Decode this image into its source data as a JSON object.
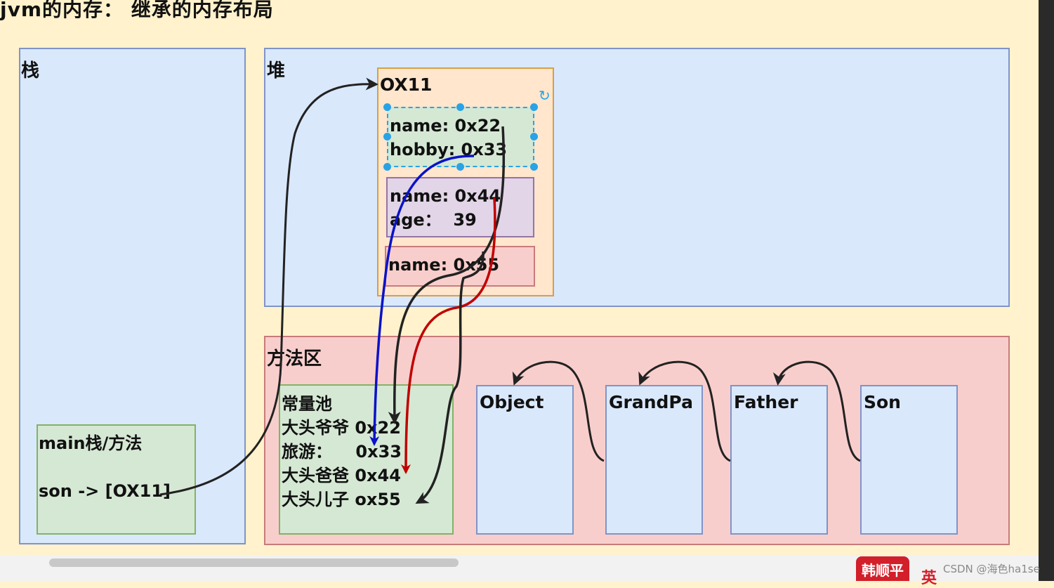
{
  "title": "jvm的内存：  继承的内存布局",
  "stack": {
    "label": "栈"
  },
  "main_frame": {
    "label": "main栈/方法",
    "var_line": "son -> [OX11]"
  },
  "heap": {
    "label": "堆",
    "object_label": "OX11"
  },
  "heap_fields": {
    "grandpa": [
      "name: 0x22",
      "hobby: 0x33"
    ],
    "father": [
      "name: 0x44",
      "age：  39"
    ],
    "son": [
      "name: 0x55"
    ]
  },
  "method_area": {
    "label": "方法区"
  },
  "constant_pool": {
    "title": "常量池",
    "entries": [
      "大头爷爷 0x22",
      "旅游：    0x33",
      "大头爸爸 0x44",
      "大头儿子 ox55"
    ]
  },
  "classes": [
    "Object",
    "GrandPa",
    "Father",
    "Son"
  ],
  "overlay": {
    "badge": "韩顺平",
    "watermark": "CSDN @海色ha1se",
    "mark": "英"
  },
  "colors": {
    "background": "#fff2cc",
    "stack_heap": "#dae8fc",
    "green": "#d5e8d4",
    "method_area": "#f8cecc",
    "heap_object": "#ffe6cc",
    "purple": "#e1d5e7",
    "arrow_black": "#222222",
    "arrow_blue": "#0a12c8",
    "arrow_red": "#c00000",
    "handle": "#29a3e6"
  },
  "icons": [
    "rotate-icon",
    "selection-handle"
  ]
}
